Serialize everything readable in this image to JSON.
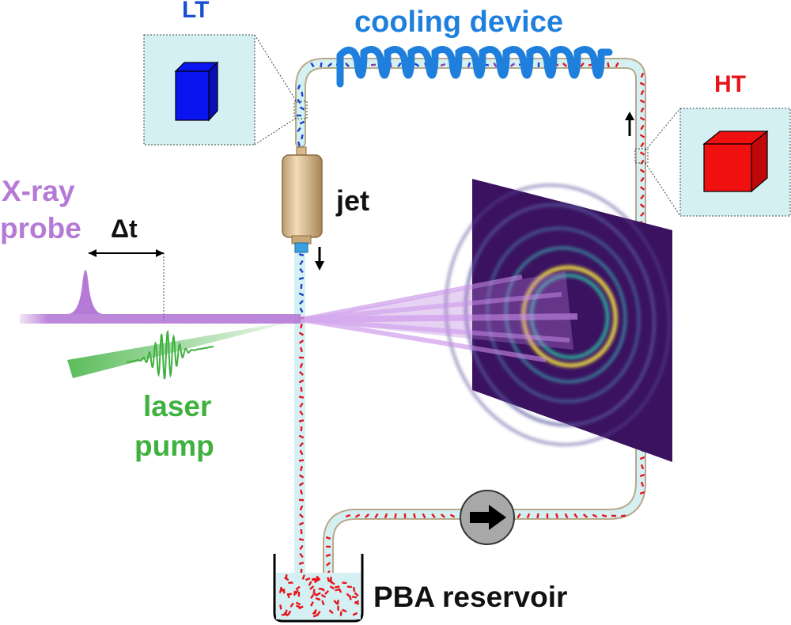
{
  "labels": {
    "lt": "LT",
    "ht": "HT",
    "cooling": "cooling device",
    "xray_line1": "X-ray",
    "xray_line2": "probe",
    "delta_t": "Δt",
    "jet": "jet",
    "laser_line1": "laser",
    "laser_line2": "pump",
    "reservoir": "PBA reservoir"
  },
  "colors": {
    "lt": "#1a4fd1",
    "ht": "#e8141b",
    "cooling": "#1f7fdc",
    "xray": "#b57ad6",
    "laser": "#3fb13f",
    "text": "#111111",
    "tube_fill": "#d4f0f3",
    "tube_edge": "#b8a98a",
    "lt_cube": "#0a14f0",
    "ht_cube": "#f01010",
    "inset_bg": "#d4f0f3",
    "detector_bg": "#3d1460"
  },
  "icons": {
    "lt_cube": "blue-cube-icon",
    "ht_cube": "red-cube-icon",
    "pump": "pump-arrow-icon",
    "flow_up": "up-arrow-icon",
    "flow_down": "down-arrow-icon"
  }
}
